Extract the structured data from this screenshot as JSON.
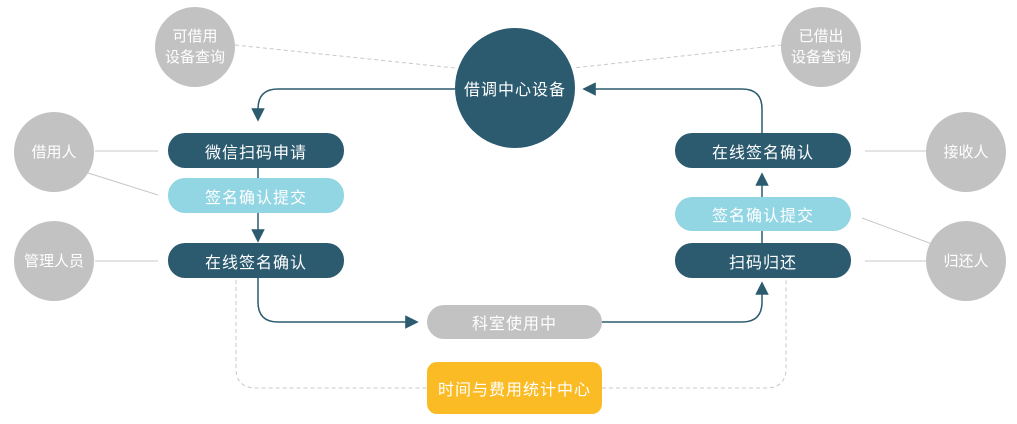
{
  "hub": "借调中心设备",
  "query_available": [
    "可借用",
    "设备查询"
  ],
  "query_lent": [
    "已借出",
    "设备查询"
  ],
  "roles": {
    "borrower": "借用人",
    "admin": "管理人员",
    "receiver": "接收人",
    "returner": "归还人"
  },
  "left_steps": {
    "scan_apply": "微信扫码申请",
    "sign_submit": "签名确认提交",
    "online_sign": "在线签名确认"
  },
  "right_steps": {
    "online_sign": "在线签名确认",
    "sign_submit": "签名确认提交",
    "scan_return": "扫码归还"
  },
  "in_use": "科室使用中",
  "stats_center": "时间与费用统计中心",
  "colors": {
    "dark_teal": "#2c5b70",
    "light_blue": "#92d6e4",
    "grey": "#c2c2c2",
    "amber": "#fbbb25"
  }
}
